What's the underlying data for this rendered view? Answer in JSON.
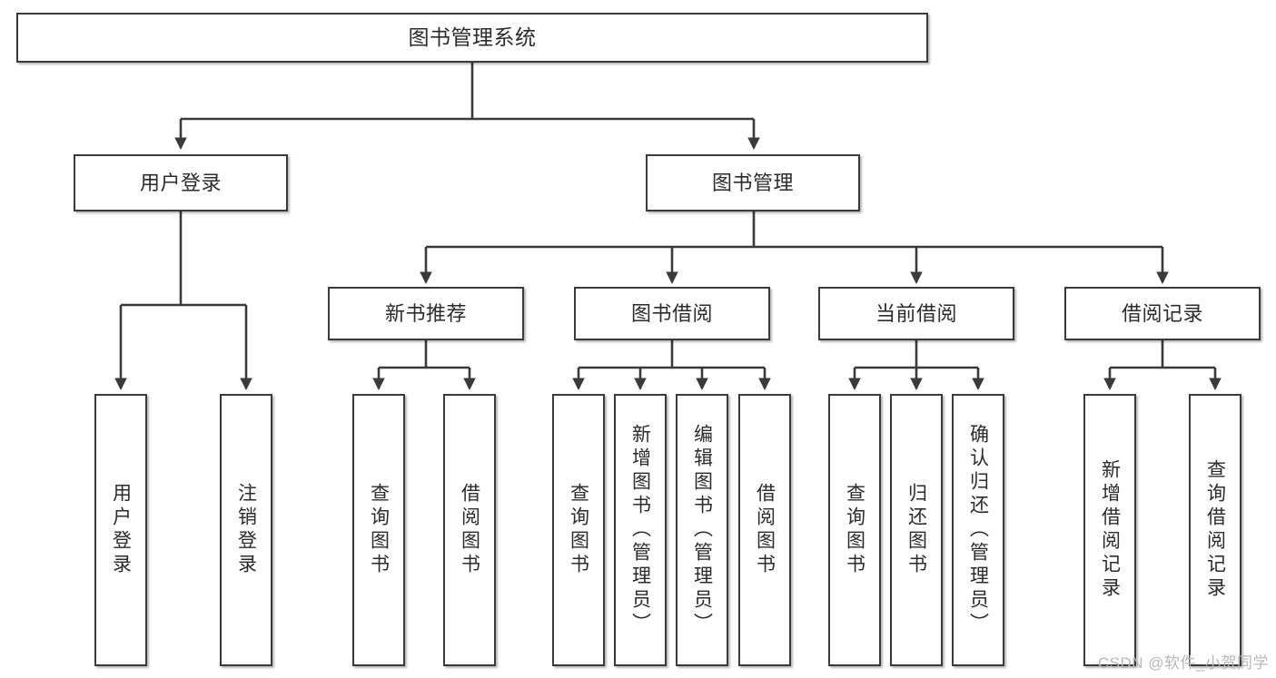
{
  "diagram": {
    "title": "图书管理系统",
    "type": "tree-hierarchy",
    "watermark": "CSDN @软件_小贺同学",
    "colors": {
      "box_border": "#3a3a3a",
      "box_fill": "#ffffff",
      "text": "#2b2b2b",
      "connector": "#3a3a3a",
      "watermark": "#b8b8b8"
    }
  },
  "nodes": {
    "root": {
      "label": "图书管理系统"
    },
    "level2": [
      {
        "label": "用户登录"
      },
      {
        "label": "图书管理"
      }
    ],
    "level3": [
      {
        "label": "新书推荐"
      },
      {
        "label": "图书借阅"
      },
      {
        "label": "当前借阅"
      },
      {
        "label": "借阅记录"
      }
    ],
    "leaves": {
      "user_login": [
        {
          "label": "用户登录"
        },
        {
          "label": "注销登录"
        }
      ],
      "new_book_recommend": [
        {
          "label": "查询图书"
        },
        {
          "label": "借阅图书"
        }
      ],
      "book_borrow": [
        {
          "label": "查询图书"
        },
        {
          "label": "新增图书（管理员）"
        },
        {
          "label": "编辑图书（管理员）"
        },
        {
          "label": "借阅图书"
        }
      ],
      "current_borrow": [
        {
          "label": "查询图书"
        },
        {
          "label": "归还图书"
        },
        {
          "label": "确认归还（管理员）"
        }
      ],
      "borrow_record": [
        {
          "label": "新增借阅记录"
        },
        {
          "label": "查询借阅记录"
        }
      ]
    }
  },
  "edges": [
    {
      "from": "图书管理系统",
      "to": "用户登录"
    },
    {
      "from": "图书管理系统",
      "to": "图书管理"
    },
    {
      "from": "用户登录",
      "to": "用户登录"
    },
    {
      "from": "用户登录",
      "to": "注销登录"
    },
    {
      "from": "图书管理",
      "to": "新书推荐"
    },
    {
      "from": "图书管理",
      "to": "图书借阅"
    },
    {
      "from": "图书管理",
      "to": "当前借阅"
    },
    {
      "from": "图书管理",
      "to": "借阅记录"
    },
    {
      "from": "新书推荐",
      "to": "查询图书"
    },
    {
      "from": "新书推荐",
      "to": "借阅图书"
    },
    {
      "from": "图书借阅",
      "to": "查询图书"
    },
    {
      "from": "图书借阅",
      "to": "新增图书（管理员）"
    },
    {
      "from": "图书借阅",
      "to": "编辑图书（管理员）"
    },
    {
      "from": "图书借阅",
      "to": "借阅图书"
    },
    {
      "from": "当前借阅",
      "to": "查询图书"
    },
    {
      "from": "当前借阅",
      "to": "归还图书"
    },
    {
      "from": "当前借阅",
      "to": "确认归还（管理员）"
    },
    {
      "from": "借阅记录",
      "to": "新增借阅记录"
    },
    {
      "from": "借阅记录",
      "to": "查询借阅记录"
    }
  ]
}
